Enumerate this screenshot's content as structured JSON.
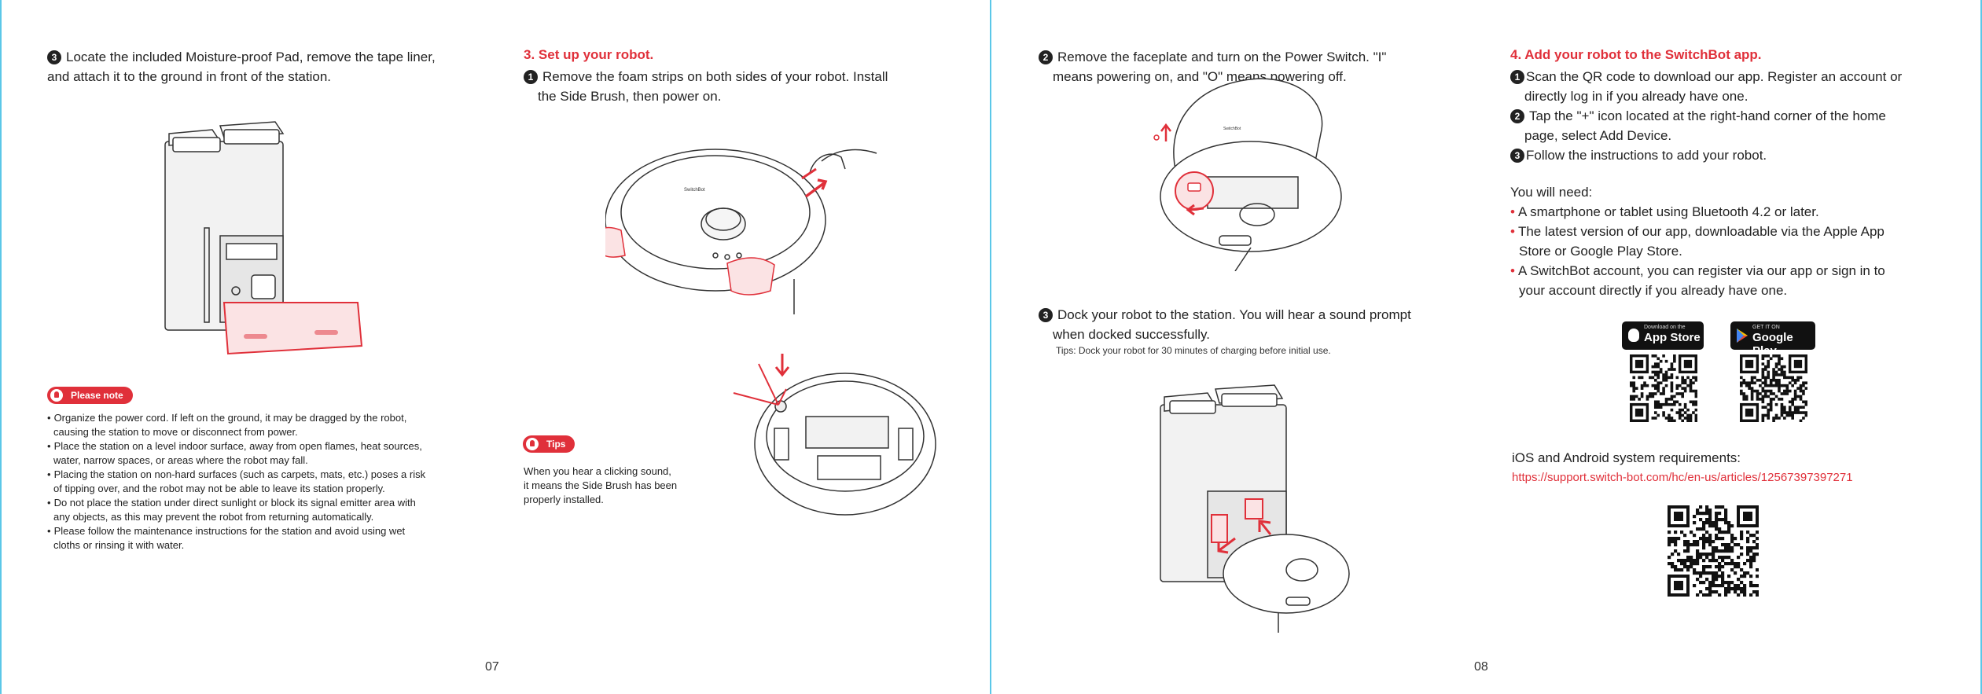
{
  "colors": {
    "accent": "#e0303a",
    "frame": "#5bc7e8",
    "text": "#222222"
  },
  "left_page": {
    "step3_num": "3",
    "step3_text_l1": "Locate the included Moisture-proof Pad, remove the tape liner,",
    "step3_text_l2": "and attach it to the ground in front of the station.",
    "note_label": "Please note",
    "note_items": [
      "Organize the power cord. If left on the ground, it may be dragged by the robot,",
      "causing the station to move or disconnect from power.",
      "Place the station on a level indoor surface, away from open flames, heat sources,",
      "water, narrow spaces, or areas where the robot may fall.",
      "Placing the station on non-hard surfaces (such as carpets, mats, etc.) poses a risk",
      "of tipping over, and the robot may not be able to leave its station properly.",
      "Do not place the station under direct sunlight or block its signal emitter area with",
      "any objects, as this may prevent the robot from returning automatically.",
      "Please follow the maintenance instructions for the station and avoid using wet",
      "cloths or rinsing it with water."
    ],
    "setup_title": "3. Set up your robot.",
    "setup_num": "1",
    "setup_l1": "Remove the foam strips on both sides of your robot. Install",
    "setup_l2": "the Side Brush, then power on.",
    "tips_label": "Tips",
    "tips_l1": "When you hear a clicking sound,",
    "tips_l2": "it means the Side Brush has been",
    "tips_l3": "properly installed.",
    "page_number": "07"
  },
  "right_page": {
    "step2_num": "2",
    "step2_l1": "Remove  the  faceplate  and  turn  on  the  Power  Switch.  \"I\"",
    "step2_l2": "means powering on, and \"O\" means powering off.",
    "step3_num": "3",
    "step3_l1": "Dock your robot to the station. You will hear a sound prompt",
    "step3_l2": "when docked successfully.",
    "step3_tip": "Tips: Dock your robot for 30 minutes of charging before initial use.",
    "add_title": "4. Add your robot to the SwitchBot app.",
    "add_num1": "1",
    "add_1_l1": "Scan the QR code to download our app. Register an account or",
    "add_1_l2": "directly log in if you already have one.",
    "add_num2": "2",
    "add_2_l1": "Tap the \"+\" icon located at the right-hand corner of the home",
    "add_2_l2": "page, select Add Device.",
    "add_num3": "3",
    "add_3_l1": "Follow the instructions to add your robot.",
    "need_title": "You will need:",
    "need_1_l1": "A smartphone or tablet using Bluetooth 4.2 or later.",
    "need_2_l1": "The latest version of our app, downloadable via the Apple App",
    "need_2_l2": "Store or Google Play Store.",
    "need_3_l1": "A SwitchBot account, you can register via our app or sign in to",
    "need_3_l2": "your account directly if you already have one.",
    "appstore_small": "Download on the",
    "appstore_big": "App Store",
    "googleplay_small": "GET IT ON",
    "googleplay_big": "Google Play",
    "sysreq_title": "iOS and Android system requirements:",
    "sysreq_url": "https://support.switch-bot.com/hc/en-us/articles/12567397397271",
    "robot_brand": "SwitchBot",
    "page_number": "08"
  }
}
